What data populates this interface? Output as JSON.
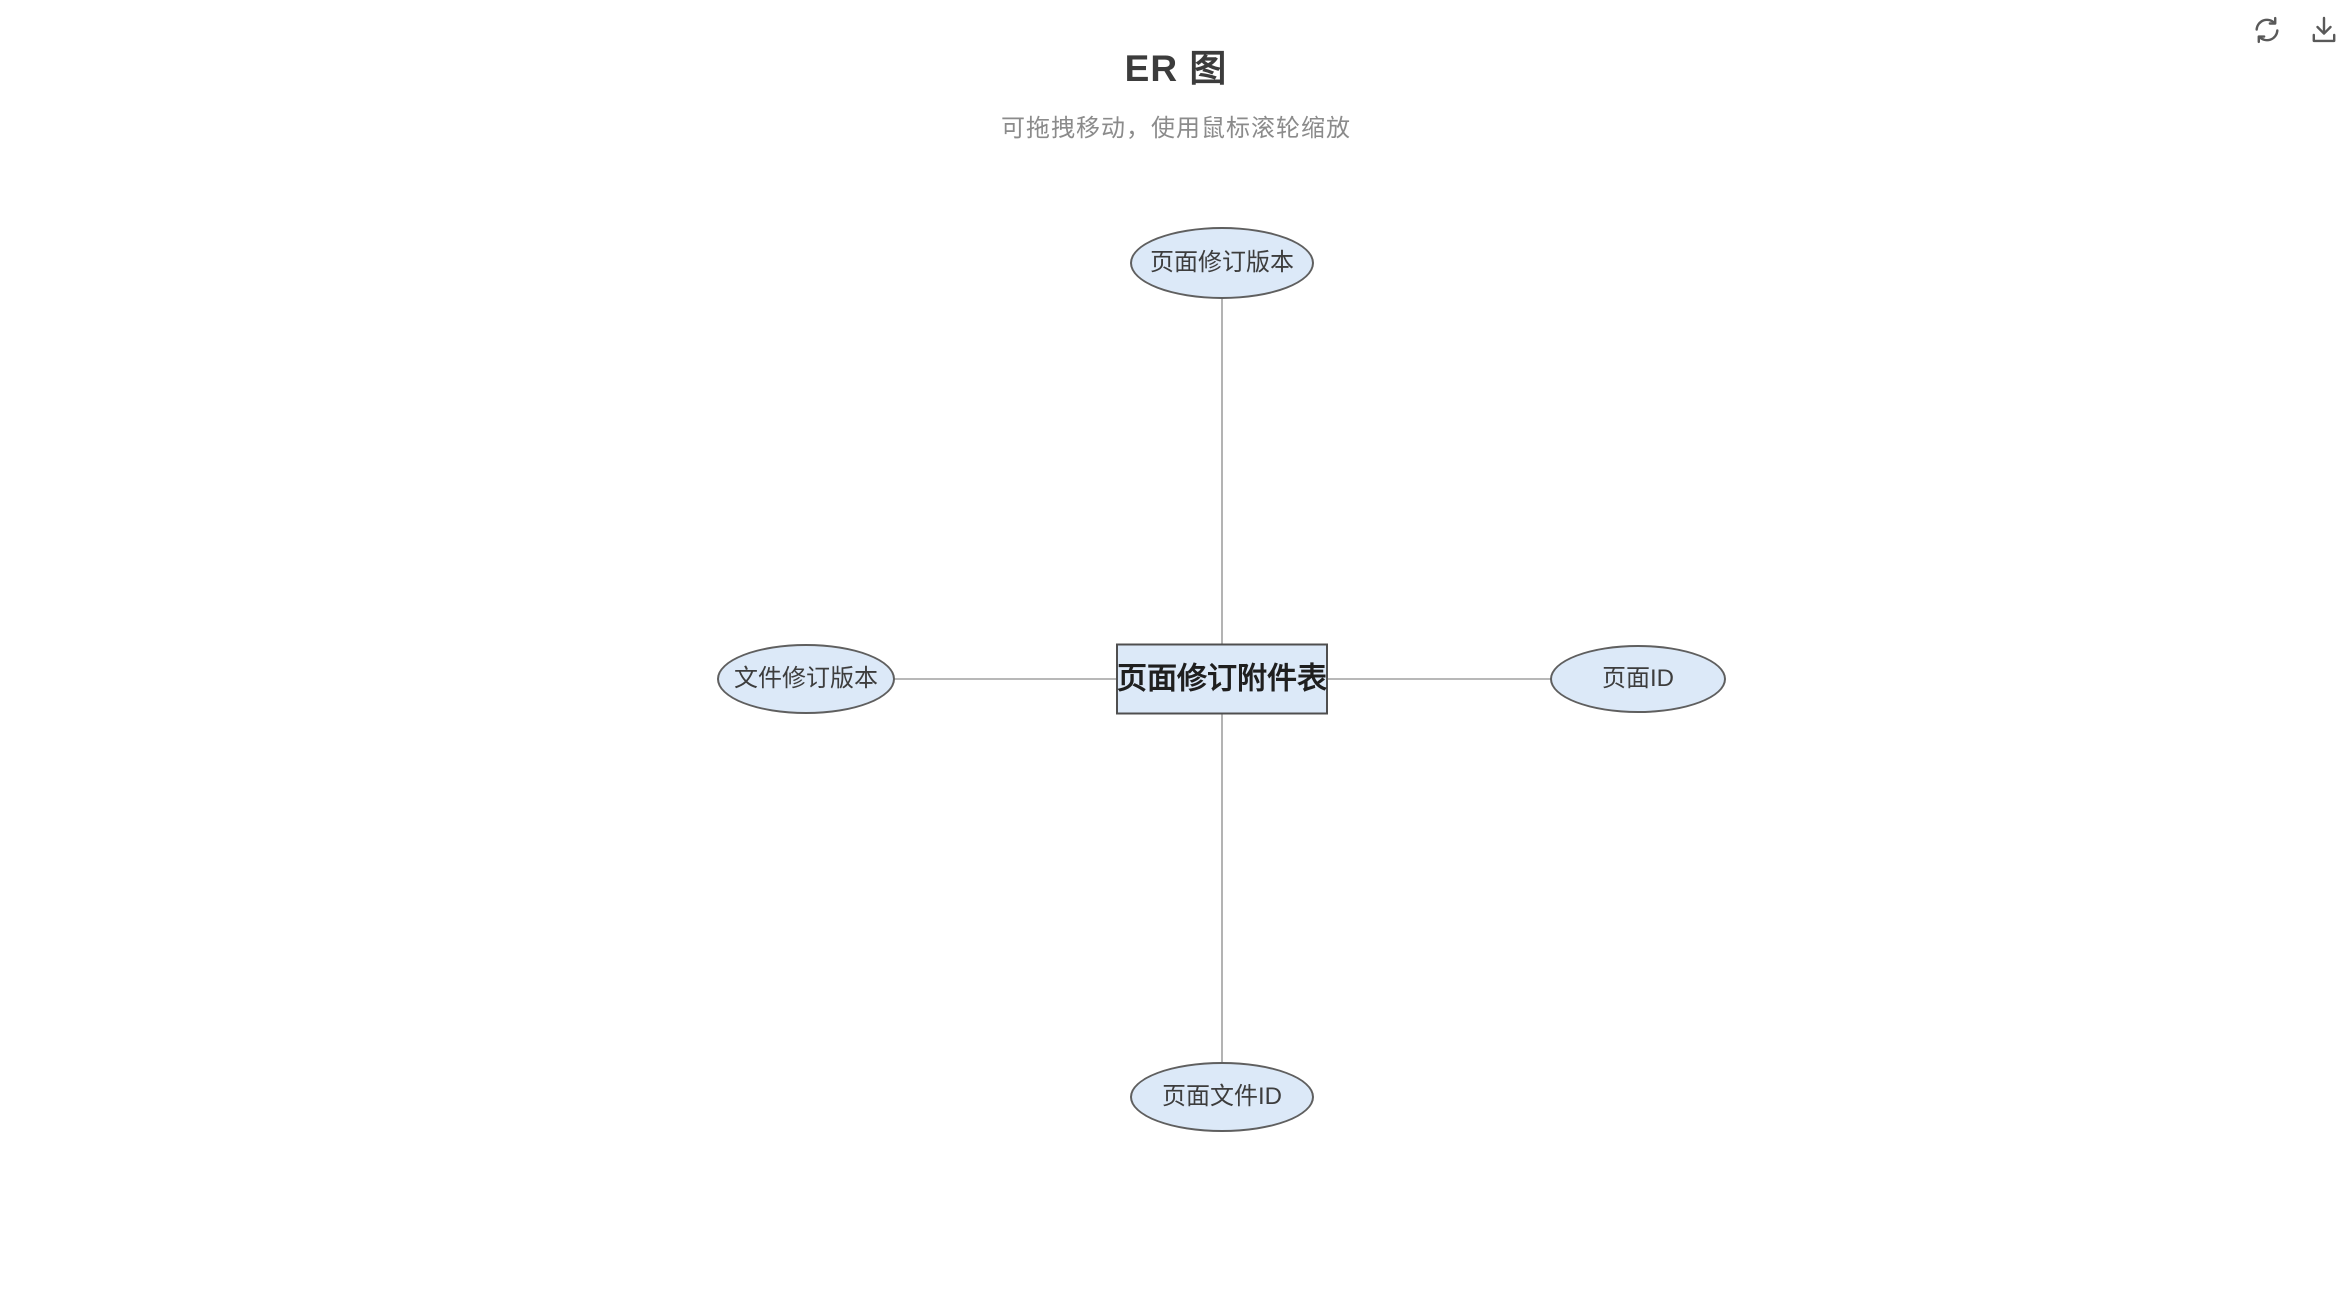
{
  "header": {
    "title": "ER 图",
    "subtitle": "可拖拽移动，使用鼠标滚轮缩放"
  },
  "toolbar": {
    "refresh_icon": "refresh-icon",
    "download_icon": "download-icon"
  },
  "diagram": {
    "entity": {
      "label": "页面修订附件表",
      "shape": "rectangle"
    },
    "attributes": [
      {
        "label": "页面修订版本",
        "shape": "ellipse",
        "position": "top"
      },
      {
        "label": "文件修订版本",
        "shape": "ellipse",
        "position": "left"
      },
      {
        "label": "页面ID",
        "shape": "ellipse",
        "position": "right"
      },
      {
        "label": "页面文件ID",
        "shape": "ellipse",
        "position": "bottom"
      }
    ],
    "edges": [
      {
        "from": "页面修订附件表",
        "to": "页面修订版本"
      },
      {
        "from": "页面修订附件表",
        "to": "文件修订版本"
      },
      {
        "from": "页面修订附件表",
        "to": "页面ID"
      },
      {
        "from": "页面修订附件表",
        "to": "页面文件ID"
      }
    ]
  },
  "colors": {
    "node_fill": "#dce9f8",
    "node_border": "#5f5f5f",
    "entity_border": "#4f4f4f",
    "edge": "#a0a0a0",
    "title_text": "#3c3c3c",
    "subtitle_text": "#8b8b8b",
    "node_text": "#3d3d3d",
    "entity_text": "#1f1f1f",
    "icon": "#595959",
    "background": "#ffffff"
  }
}
